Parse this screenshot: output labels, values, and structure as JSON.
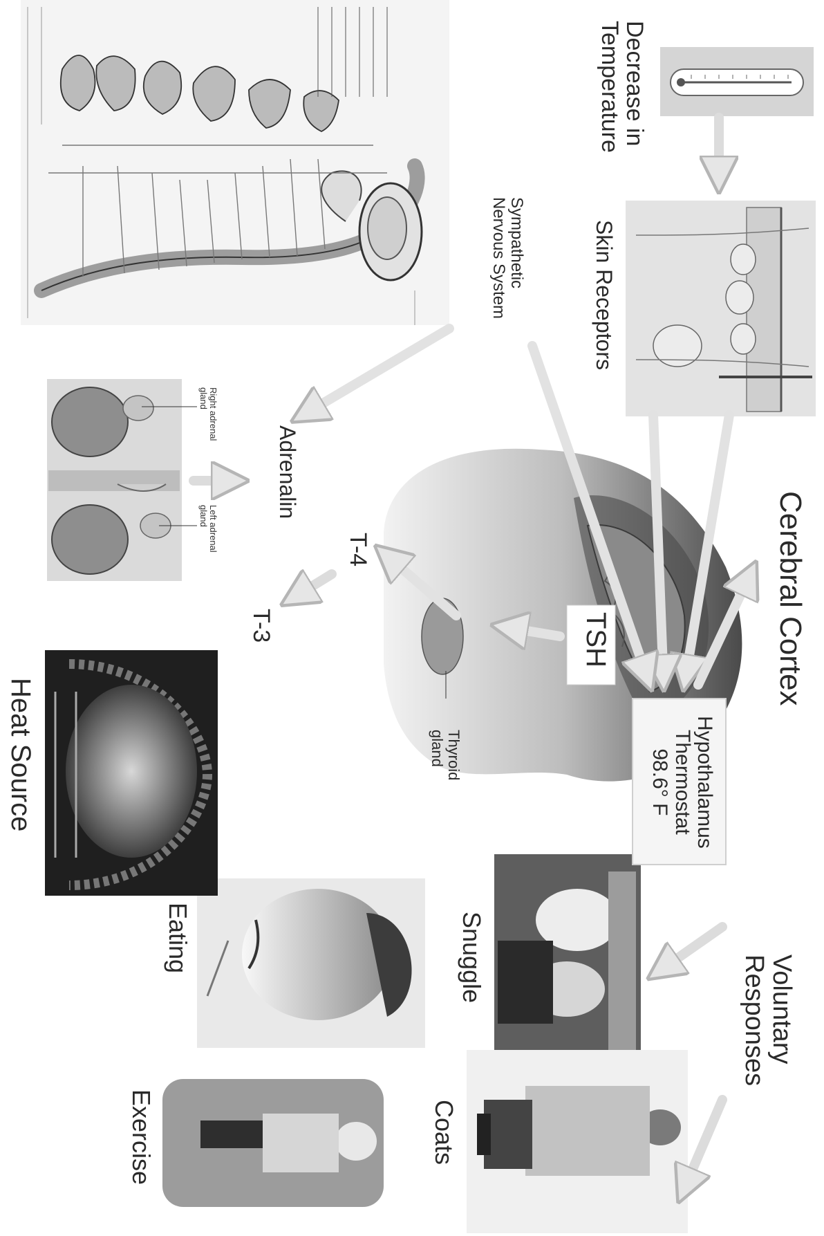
{
  "labels": {
    "decrease_temp": [
      "Decrease in",
      "Temperature"
    ],
    "skin_receptors": "Skin Receptors",
    "cerebral_cortex": "Cerebral Cortex",
    "sympathetic": [
      "Sympathetic",
      "Nervous System"
    ],
    "adrenalin": "Adrenalin",
    "hypothalamus": [
      "Hypothalamus",
      "Thermostat",
      "98.6° F"
    ],
    "tsh": "TSH",
    "t4": "T-4",
    "t3": "T-3",
    "thyroid": [
      "Thyroid",
      "gland"
    ],
    "right_adrenal": [
      "Right adrenal",
      "gland"
    ],
    "left_adrenal": [
      "Left adrenal",
      "gland"
    ],
    "voluntary": [
      "Voluntary",
      "Responses"
    ],
    "snuggle": "Snuggle",
    "coats": "Coats",
    "eating": "Eating",
    "exercise": "Exercise",
    "heat_source": "Heat Source"
  },
  "colors": {
    "arrow": "#e6e6e6",
    "arrow_stroke": "#b5b5b5",
    "text": "#2a2a2a",
    "panel_gray": "#c8c8c8",
    "panel_dark": "#3a3a3a"
  }
}
